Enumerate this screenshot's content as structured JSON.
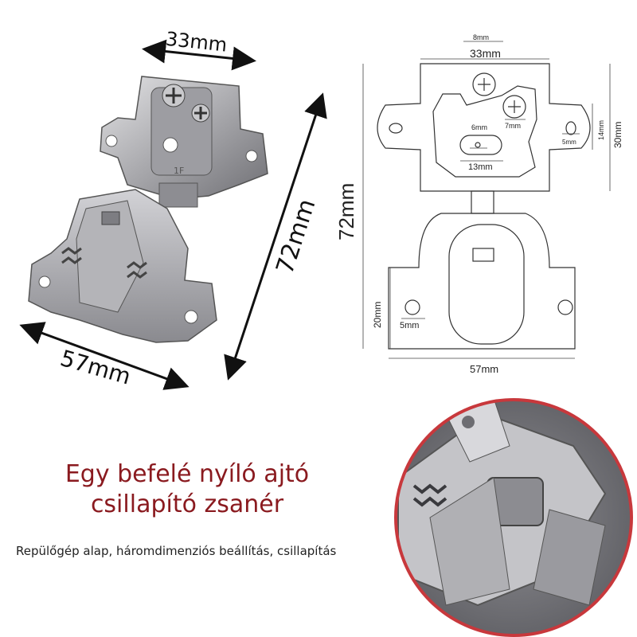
{
  "photo": {
    "dim_width_top": "33mm",
    "dim_height": "72mm",
    "dim_width_bottom": "57mm",
    "stamp": "1F"
  },
  "drawing": {
    "dim_8": "8mm",
    "dim_33": "33mm",
    "dim_6": "6mm",
    "dim_7": "7mm",
    "dim_13": "13mm",
    "dim_14": "14mm",
    "dim_5_right": "5mm",
    "dim_30": "30mm",
    "dim_72": "72mm",
    "dim_20": "20mm",
    "dim_5_left": "5mm",
    "dim_57": "57mm"
  },
  "title": {
    "line1": "Egy befelé nyíló ajtó",
    "line2": "csillapító zsanér"
  },
  "subtitle": "Repülőgép alap, háromdimenziós beállítás, csillapítás",
  "colors": {
    "title": "#8a1a1f",
    "metal": "#b9b9bb",
    "circle_frame": "#c8383c"
  }
}
